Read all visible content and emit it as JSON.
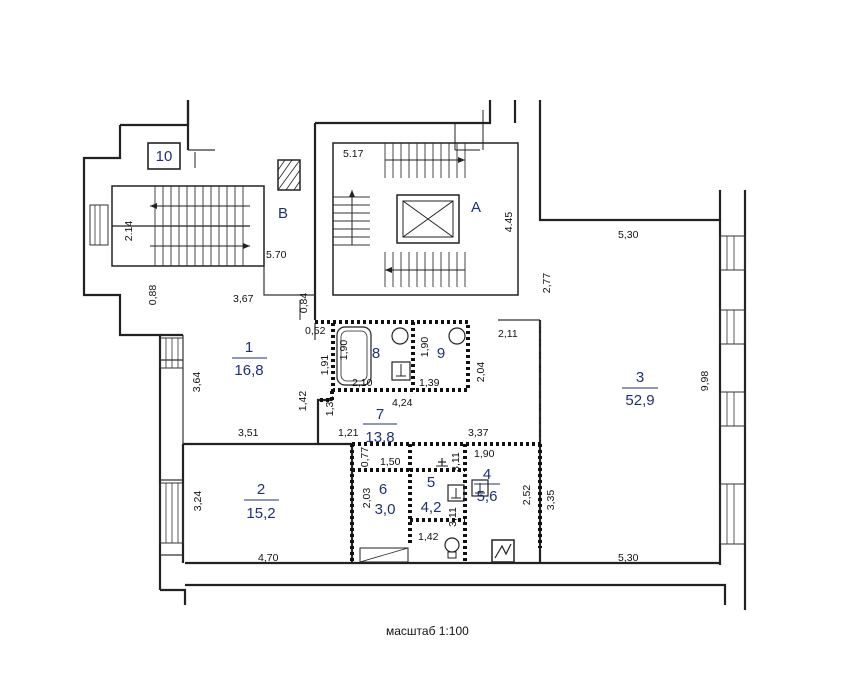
{
  "scale_text": "масштаб 1:100",
  "rooms": [
    {
      "number": "1",
      "area": "16,8"
    },
    {
      "number": "2",
      "area": "15,2"
    },
    {
      "number": "3",
      "area": "52,9"
    },
    {
      "number": "4",
      "area": "5,6"
    },
    {
      "number": "5",
      "area": "4,2"
    },
    {
      "number": "6",
      "area": "3,0"
    },
    {
      "number": "7",
      "area": "13,8"
    },
    {
      "number": "8",
      "area": ""
    },
    {
      "number": "9",
      "area": ""
    },
    {
      "number": "10",
      "area": ""
    }
  ],
  "stairwells": {
    "a": "А",
    "b": "В"
  },
  "dimensions": {
    "d_517": "5.17",
    "d_445": "4.45",
    "d_214": "2.14",
    "d_570": "5.70",
    "d_088": "0,88",
    "d_367": "3,67",
    "d_084": "0,84",
    "d_052": "0,52",
    "d_191": "1,91",
    "d_190a": "1,90",
    "d_190b": "1,90",
    "d_364": "3,64",
    "d_210": "2,10",
    "d_139": "1,39",
    "d_204": "2,04",
    "d_211": "2,11",
    "d_277": "2,77",
    "d_530top": "5,30",
    "d_998": "9,98",
    "d_142a": "1,42",
    "d_131": "1,31",
    "d_424": "4,24",
    "d_351": "3,51",
    "d_121": "1,21",
    "d_337": "3,37",
    "d_077": "0,77",
    "d_150": "1,50",
    "d_311a": "3,11",
    "d_190c": "1,90",
    "d_252": "2,52",
    "d_335": "3,35",
    "d_324": "3,24",
    "d_203": "2,03",
    "d_311b": "3,11",
    "d_142b": "1,42",
    "d_470": "4,70",
    "d_530bot": "5,30"
  }
}
